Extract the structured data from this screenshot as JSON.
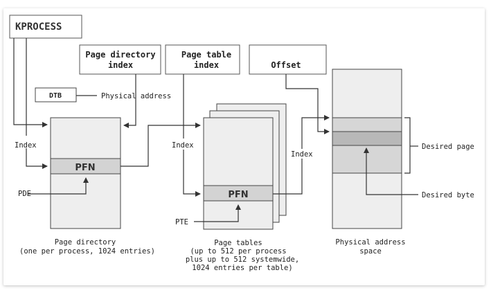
{
  "labels": {
    "kprocess": "KPROCESS",
    "page_directory_index": [
      "Page directory",
      "index"
    ],
    "page_table_index": [
      "Page table",
      "index"
    ],
    "offset": "Offset",
    "dtb": "DTB",
    "physical_address": "Physical address",
    "index_left": "Index",
    "index_mid": "Index",
    "index_right": "Index",
    "pfn_dir": "PFN",
    "pfn_table": "PFN",
    "pde": "PDE",
    "pte": "PTE",
    "desired_page": "Desired page",
    "desired_byte": "Desired byte",
    "page_directory_caption": [
      "Page directory",
      "(one per process, 1024 entries)"
    ],
    "page_tables_caption": [
      "Page tables",
      "(up to 512 per process",
      "plus up to 512 systemwide,",
      "1024 entries per table)"
    ],
    "physical_space_caption": [
      "Physical address",
      "space"
    ]
  },
  "colors": {
    "box_fill": "#e6e6e6",
    "box_stroke": "#444444",
    "pfn_fill": "#d3d3d3",
    "desired_page_fill": "#d6d6d6",
    "desired_byte_fill": "#b8b8b8",
    "line": "#333333"
  }
}
